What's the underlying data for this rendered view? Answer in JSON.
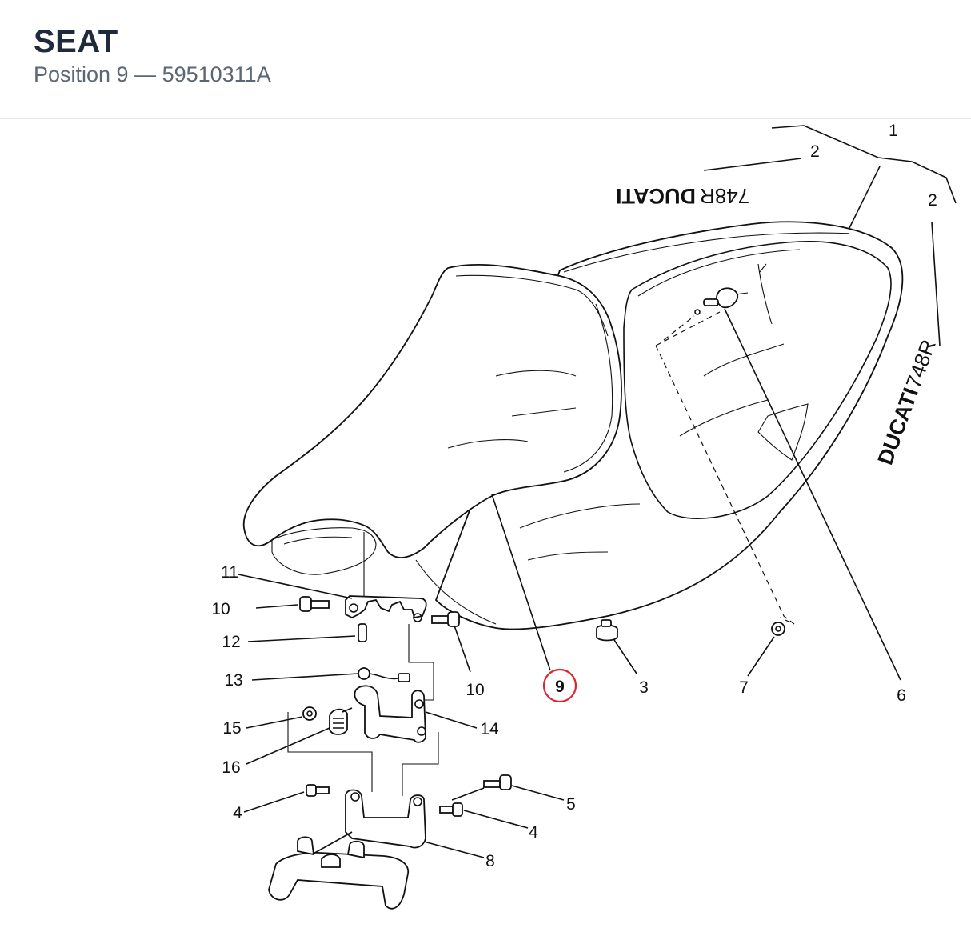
{
  "header": {
    "title": "SEAT",
    "subtitle": "Position 9 — 59510311A"
  },
  "decals": {
    "brand": "DUCATI",
    "model": "748R"
  },
  "callouts": {
    "c1": "1",
    "c2a": "2",
    "c2b": "2",
    "c3": "3",
    "c4a": "4",
    "c4b": "4",
    "c5": "5",
    "c6": "6",
    "c7": "7",
    "c8": "8",
    "c9": "9",
    "c10a": "10",
    "c10b": "10",
    "c11": "11",
    "c12": "12",
    "c13": "13",
    "c14": "14",
    "c15": "15",
    "c16": "16"
  },
  "selection": {
    "position": "9",
    "highlight_color": "#d9262f"
  },
  "icons": {
    "selection_marker": "red-circle-icon"
  }
}
